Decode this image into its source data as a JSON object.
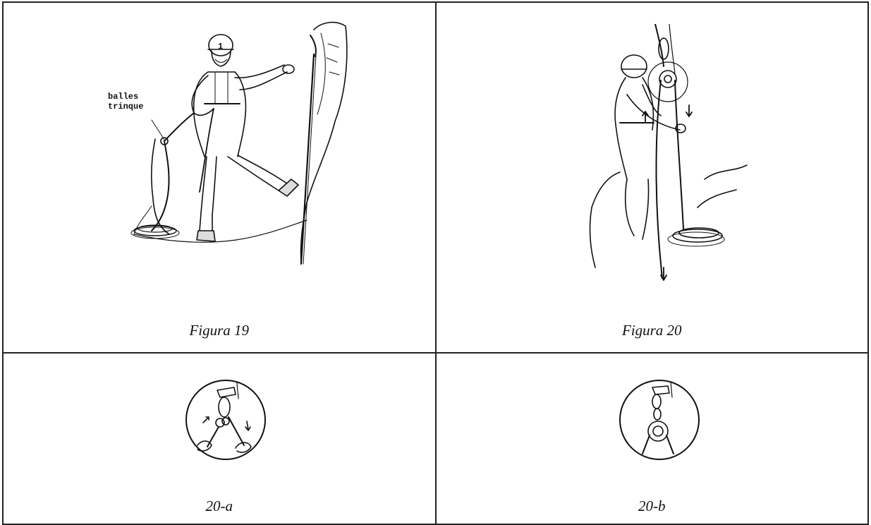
{
  "figures": {
    "fig19": {
      "caption": "Figura 19",
      "label_line1": "balles",
      "label_line2": "trinque",
      "helmet_number": "1"
    },
    "fig20": {
      "caption": "Figura 20"
    },
    "fig20a": {
      "caption": "20-a"
    },
    "fig20b": {
      "caption": "20-b"
    }
  }
}
